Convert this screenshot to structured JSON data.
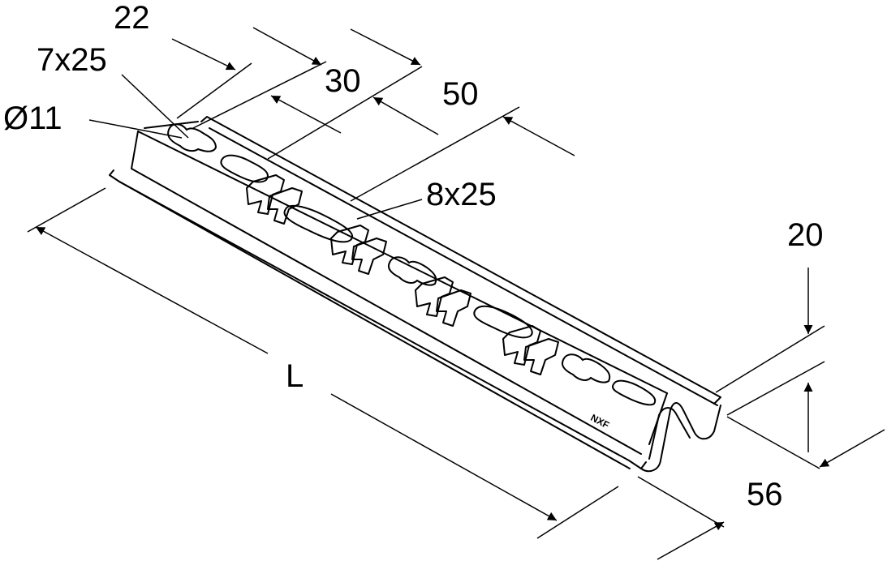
{
  "dimensions": {
    "slot_pitch": "22",
    "slot_size_small": "7x25",
    "hole_diameter": "Ø11",
    "pitch_30": "30",
    "pitch_50": "50",
    "slot_size_large": "8x25",
    "height_20": "20",
    "length": "L",
    "width": "56"
  },
  "brand_marking": "NXF",
  "colors": {
    "line": "#000000",
    "background": "#ffffff"
  }
}
